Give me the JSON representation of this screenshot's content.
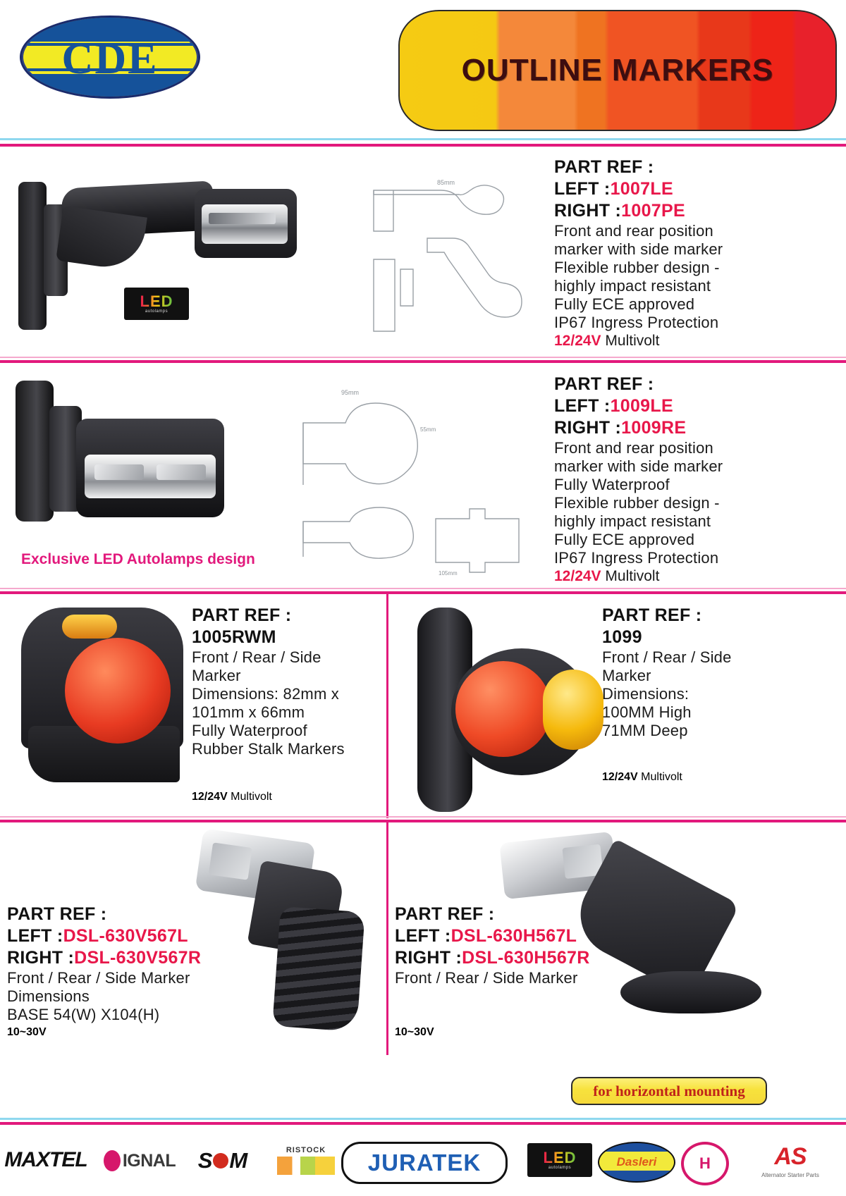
{
  "header": {
    "logo_text": "CDE",
    "banner_title": "OUTLINE MARKERS"
  },
  "products": [
    {
      "id": "1007",
      "part_ref_label": "PART REF :",
      "left_label": "LEFT :",
      "left_ref": "1007LE",
      "right_label": "RIGHT :",
      "right_ref": "1007PE",
      "description": [
        "Front and rear position",
        "marker with side marker",
        "Flexible rubber design -",
        "highly impact resistant",
        "Fully ECE approved",
        "IP67  Ingress Protection"
      ],
      "voltage": "12/24V",
      "voltage_suffix": " Multivolt"
    },
    {
      "id": "1009",
      "part_ref_label": "PART REF :",
      "left_label": "LEFT :",
      "left_ref": "1009LE",
      "right_label": "RIGHT :",
      "right_ref": "1009RE",
      "description": [
        "Front and rear position",
        "marker with side marker",
        "Fully Waterproof",
        "Flexible rubber design -",
        "highly impact resistant",
        "Fully ECE approved",
        "IP67  Ingress Protection"
      ],
      "voltage": "12/24V",
      "voltage_suffix": " Multivolt",
      "tagline": "Exclusive LED Autolamps design"
    },
    {
      "id": "1005RWM",
      "part_ref_label": "PART REF :",
      "single_ref": "1005RWM",
      "description": [
        "Front / Rear / Side",
        "Marker",
        "Dimensions: 82mm x",
        "101mm x 66mm",
        "Fully Waterproof",
        "Rubber Stalk Markers"
      ],
      "voltage": "12/24V",
      "voltage_suffix": " Multivolt"
    },
    {
      "id": "1099",
      "part_ref_label": "PART REF :",
      "single_ref": "1099",
      "description": [
        "Front / Rear / Side",
        "Marker",
        "Dimensions:",
        "100MM High",
        "71MM Deep"
      ],
      "voltage": "12/24V",
      "voltage_suffix": " Multivolt"
    },
    {
      "id": "DSL-630V567",
      "part_ref_label": "PART REF :",
      "left_label": "LEFT :",
      "left_ref": "DSL-630V567L",
      "right_label": "RIGHT :",
      "right_ref": "DSL-630V567R",
      "description": [
        "Front / Rear / Side Marker",
        "Dimensions",
        "BASE 54(W) X104(H)"
      ],
      "voltage": "10~30V",
      "voltage_suffix": ""
    },
    {
      "id": "DSL-630H567",
      "part_ref_label": "PART REF :",
      "left_label": "LEFT :",
      "left_ref": "DSL-630H567L",
      "right_label": "RIGHT :",
      "right_ref": "DSL-630H567R",
      "description": [
        "Front / Rear / Side Marker"
      ],
      "voltage": "10~30V",
      "voltage_suffix": "",
      "badge": "for horizontal mounting"
    }
  ],
  "footer_brands": [
    {
      "name": "MAXTEL"
    },
    {
      "name": "IGNAL"
    },
    {
      "name": "S"
    },
    {
      "name": "M"
    },
    {
      "name": "RISTOCK"
    },
    {
      "name": "JURATEK"
    },
    {
      "name": "LED"
    },
    {
      "name": "autolamps"
    },
    {
      "name": "Dasleri"
    },
    {
      "name": "H"
    },
    {
      "name": "AS"
    },
    {
      "name": "Alternator  Starter  Parts"
    }
  ]
}
